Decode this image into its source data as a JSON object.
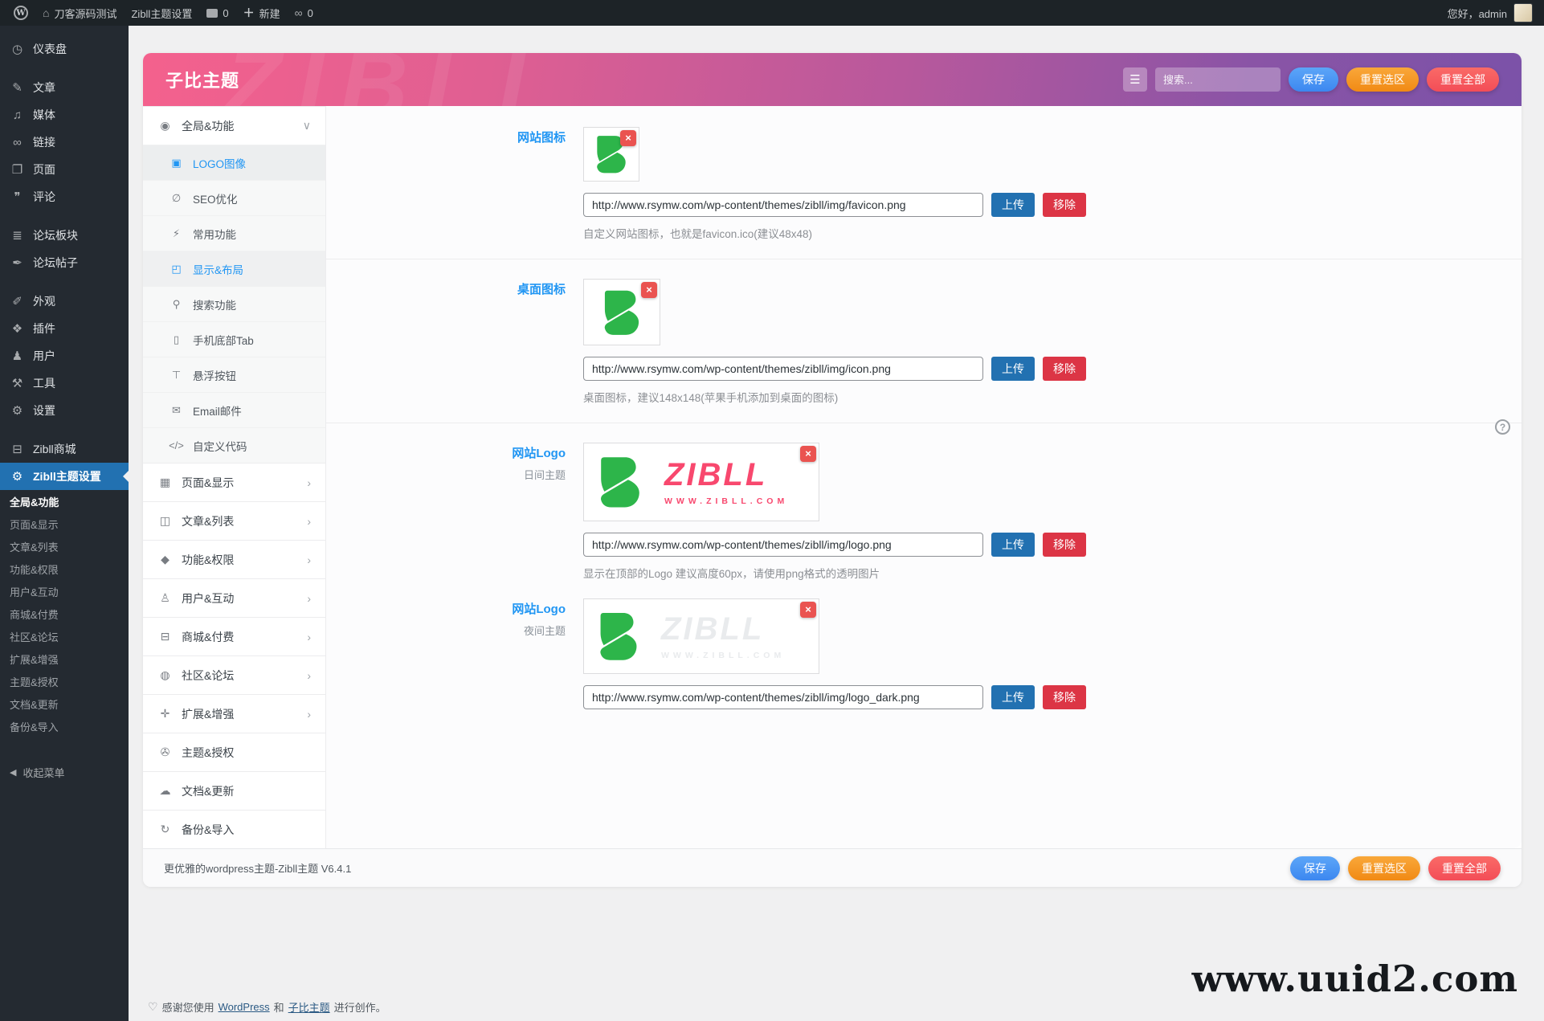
{
  "admin_bar": {
    "site_name": "刀客源码测试",
    "theme_menu": "Zibll主题设置",
    "comments_count": "0",
    "new_label": "新建",
    "link_count": "0",
    "howdy": "您好，admin"
  },
  "sidebar": {
    "items": [
      {
        "label": "仪表盘",
        "icon": "dashboard-icon",
        "glyph": "◷"
      },
      {
        "label": "文章",
        "icon": "posts-pin-icon",
        "glyph": "✎",
        "cls": "sep"
      },
      {
        "label": "媒体",
        "icon": "media-icon",
        "glyph": "♫"
      },
      {
        "label": "链接",
        "icon": "links-chain-icon",
        "glyph": "∞"
      },
      {
        "label": "页面",
        "icon": "pages-icon",
        "glyph": "❐"
      },
      {
        "label": "评论",
        "icon": "comments-icon",
        "glyph": "❞"
      },
      {
        "label": "论坛板块",
        "icon": "forum-sections-icon",
        "glyph": "≣",
        "cls": "sep"
      },
      {
        "label": "论坛帖子",
        "icon": "forum-posts-icon",
        "glyph": "✒"
      },
      {
        "label": "外观",
        "icon": "appearance-brush-icon",
        "glyph": "✐",
        "cls": "sep"
      },
      {
        "label": "插件",
        "icon": "plugins-icon",
        "glyph": "❖"
      },
      {
        "label": "用户",
        "icon": "users-icon",
        "glyph": "♟"
      },
      {
        "label": "工具",
        "icon": "tools-icon",
        "glyph": "⚒"
      },
      {
        "label": "设置",
        "icon": "settings-icon",
        "glyph": "⚙"
      },
      {
        "label": "Zibll商城",
        "icon": "cart-icon",
        "glyph": "⊟",
        "cls": "sep"
      },
      {
        "label": "Zibll主题设置",
        "icon": "gear-icon",
        "glyph": "⚙",
        "cls": "active"
      }
    ],
    "submenu": [
      {
        "label": "全局&功能",
        "cls": "on"
      },
      {
        "label": "页面&显示"
      },
      {
        "label": "文章&列表"
      },
      {
        "label": "功能&权限"
      },
      {
        "label": "用户&互动"
      },
      {
        "label": "商城&付费"
      },
      {
        "label": "社区&论坛"
      },
      {
        "label": "扩展&增强"
      },
      {
        "label": "主题&授权"
      },
      {
        "label": "文档&更新"
      },
      {
        "label": "备份&导入"
      }
    ],
    "collapse_label": "收起菜单"
  },
  "panel": {
    "title": "子比主题",
    "brand_watermark": "ZIBLL",
    "toolbar": {
      "search_placeholder": "搜索...",
      "save": "保存",
      "reset_section": "重置选区",
      "reset_all": "重置全部"
    },
    "nav": [
      {
        "label": "全局&功能",
        "icon": "global-features-icon",
        "glyph": "◉",
        "cls": "group open",
        "chev": "∨"
      },
      {
        "label": "LOGO图像",
        "icon": "logo-image-icon",
        "glyph": "▣",
        "cls": "sub active"
      },
      {
        "label": "SEO优化",
        "icon": "seo-icon",
        "glyph": "∅",
        "cls": "sub"
      },
      {
        "label": "常用功能",
        "icon": "common-functions-icon",
        "glyph": "⚡",
        "cls": "sub"
      },
      {
        "label": "显示&布局",
        "icon": "display-layout-icon",
        "glyph": "◰",
        "cls": "sub hot"
      },
      {
        "label": "搜索功能",
        "icon": "search-feature-icon",
        "glyph": "⚲",
        "cls": "sub"
      },
      {
        "label": "手机底部Tab",
        "icon": "mobile-bottom-tab-icon",
        "glyph": "▯",
        "cls": "sub"
      },
      {
        "label": "悬浮按钮",
        "icon": "floating-button-icon",
        "glyph": "⊤",
        "cls": "sub"
      },
      {
        "label": "Email邮件",
        "icon": "email-icon",
        "glyph": "✉",
        "cls": "sub"
      },
      {
        "label": "自定义代码",
        "icon": "custom-code-icon",
        "glyph": "</>",
        "cls": "sub"
      },
      {
        "label": "页面&显示",
        "icon": "pages-display-icon",
        "glyph": "▦",
        "cls": "group",
        "chev": "›"
      },
      {
        "label": "文章&列表",
        "icon": "posts-list-icon",
        "glyph": "◫",
        "cls": "group",
        "chev": "›"
      },
      {
        "label": "功能&权限",
        "icon": "features-permissions-icon",
        "glyph": "◆",
        "cls": "group",
        "chev": "›"
      },
      {
        "label": "用户&互动",
        "icon": "users-interaction-icon",
        "glyph": "♙",
        "cls": "group",
        "chev": "›"
      },
      {
        "label": "商城&付费",
        "icon": "shop-payment-icon",
        "glyph": "⊟",
        "cls": "group",
        "chev": "›"
      },
      {
        "label": "社区&论坛",
        "icon": "community-forum-icon",
        "glyph": "◍",
        "cls": "group",
        "chev": "›"
      },
      {
        "label": "扩展&增强",
        "icon": "extensions-icon",
        "glyph": "✛",
        "cls": "group",
        "chev": "›"
      },
      {
        "label": "主题&授权",
        "icon": "theme-license-icon",
        "glyph": "✇",
        "cls": "group"
      },
      {
        "label": "文档&更新",
        "icon": "docs-update-cloud-icon",
        "glyph": "☁",
        "cls": "group"
      },
      {
        "label": "备份&导入",
        "icon": "backup-import-icon",
        "glyph": "↻",
        "cls": "group"
      }
    ],
    "sections": [
      {
        "label": "网站图标",
        "url": "http://www.rsymw.com/wp-content/themes/zibll/img/favicon.png",
        "upload": "上传",
        "remove": "移除",
        "hint": "自定义网站图标，也就是favicon.ico(建议48x48)"
      },
      {
        "label": "桌面图标",
        "url": "http://www.rsymw.com/wp-content/themes/zibll/img/icon.png",
        "upload": "上传",
        "remove": "移除",
        "hint": "桌面图标，建议148x148(苹果手机添加到桌面的图标)"
      },
      {
        "label": "网站Logo",
        "sublabel": "日间主题",
        "url": "http://www.rsymw.com/wp-content/themes/zibll/img/logo.png",
        "upload": "上传",
        "remove": "移除",
        "hint": "显示在顶部的Logo 建议高度60px，请使用png格式的透明图片"
      },
      {
        "label": "网站Logo",
        "sublabel": "夜间主题",
        "url": "http://www.rsymw.com/wp-content/themes/zibll/img/logo_dark.png",
        "upload": "上传",
        "remove": "移除"
      }
    ],
    "logo": {
      "brand": "ZIBLL",
      "site": "WWW.ZIBLL.COM"
    },
    "help_glyph": "?",
    "footer": {
      "text": "更优雅的wordpress主题-Zibll主题 V6.4.1",
      "save": "保存",
      "reset_section": "重置选区",
      "reset_all": "重置全部"
    }
  },
  "page_footer": {
    "thanks_prefix": "感谢您使用",
    "wordpress_link": "WordPress",
    "conjunction": "和",
    "theme_link": "子比主题",
    "thanks_suffix": "进行创作。"
  },
  "watermark": "www.uuid2.com",
  "colors": {
    "accent_blue": "#2196f3",
    "wp_blue": "#2271b1",
    "brand_green": "#2db54a",
    "brand_pink": "#f8486e",
    "btn_orange": "#f18a14",
    "btn_red": "#f34d57",
    "remove_red": "#dc3545"
  }
}
